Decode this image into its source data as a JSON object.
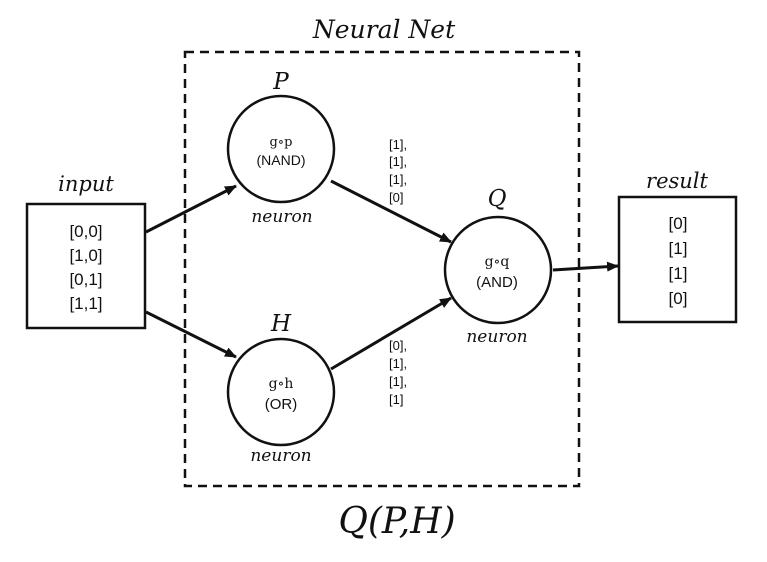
{
  "title": "Neural Net",
  "formula": "Q(P,H)",
  "input": {
    "label": "input",
    "values": [
      "[0,0]",
      "[1,0]",
      "[0,1]",
      "[1,1]"
    ]
  },
  "result": {
    "label": "result",
    "values": [
      "[0]",
      "[1]",
      "[1]",
      "[0]"
    ]
  },
  "neurons": {
    "p": {
      "name": "P",
      "func": "g∘p",
      "gate": "(NAND)",
      "caption": "neuron"
    },
    "h": {
      "name": "H",
      "func": "g∘h",
      "gate": "(OR)",
      "caption": "neuron"
    },
    "q": {
      "name": "Q",
      "func": "g∘q",
      "gate": "(AND)",
      "caption": "neuron"
    }
  },
  "edge_values": {
    "p_to_q": [
      "[1],",
      "[1],",
      "[1],",
      "[0]"
    ],
    "h_to_q": [
      "[0],",
      "[1],",
      "[1],",
      "[1]"
    ]
  }
}
